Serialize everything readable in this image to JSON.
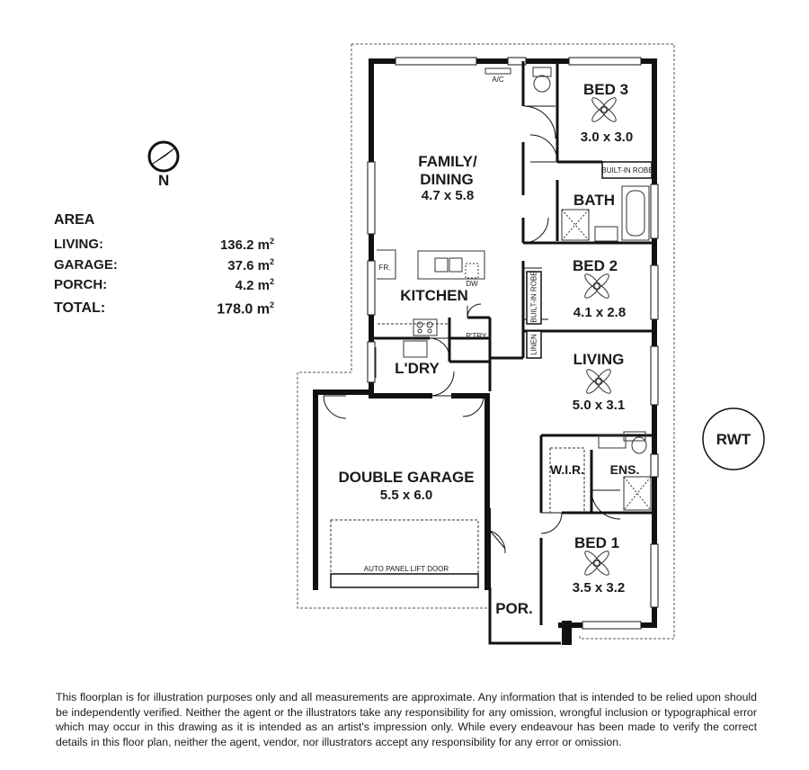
{
  "compass": {
    "label": "N"
  },
  "area": {
    "heading": "AREA",
    "rows": [
      {
        "label": "LIVING:",
        "value": "136.2 m",
        "unit_sup": "2"
      },
      {
        "label": "GARAGE:",
        "value": "37.6 m",
        "unit_sup": "2"
      },
      {
        "label": "PORCH:",
        "value": "4.2 m",
        "unit_sup": "2"
      }
    ],
    "total": {
      "label": "TOTAL:",
      "value": "178.0 m",
      "unit_sup": "2"
    }
  },
  "rooms": {
    "family": {
      "name_line1": "FAMILY/",
      "name_line2": "DINING",
      "dims": "4.7 x 5.8"
    },
    "kitchen": {
      "name": "KITCHEN"
    },
    "laundry": {
      "name": "L'DRY"
    },
    "pantry": {
      "name": "P'TRY"
    },
    "fridge": {
      "name": "FR."
    },
    "dishwasher": {
      "name": "DW"
    },
    "ac": {
      "name": "A/C"
    },
    "bed3": {
      "name": "BED 3",
      "dims": "3.0 x 3.0"
    },
    "builtin_robe_top": {
      "name": "BUILT-IN ROBE"
    },
    "bath": {
      "name": "BATH"
    },
    "bed2": {
      "name": "BED 2",
      "dims": "4.1 x 2.8"
    },
    "builtin_robe_side": {
      "name": "BUILT-IN ROBE"
    },
    "linen": {
      "name": "LINEN"
    },
    "living": {
      "name": "LIVING",
      "dims": "5.0 x 3.1"
    },
    "wir": {
      "name": "W.I.R."
    },
    "ensuite": {
      "name": "ENS."
    },
    "bed1": {
      "name": "BED 1",
      "dims": "3.5 x 3.2"
    },
    "garage": {
      "name": "DOUBLE GARAGE",
      "dims": "5.5 x 6.0",
      "door": "AUTO PANEL LIFT DOOR"
    },
    "porch": {
      "name": "POR."
    },
    "rwt": {
      "name": "RWT"
    }
  },
  "disclaimer": "This floorplan is for illustration purposes only and all measurements are approximate. Any information that is intended to be relied upon should be independently verified. Neither the agent or the illustrators take any responsibility for any omission, wrongful inclusion or typographical error which may occur in this drawing as it is intended as an artist's impression only. While every endeavour has been made to verify the correct details in this floor plan, neither the agent, vendor, nor illustrators accept any responsibility for any error or omission."
}
